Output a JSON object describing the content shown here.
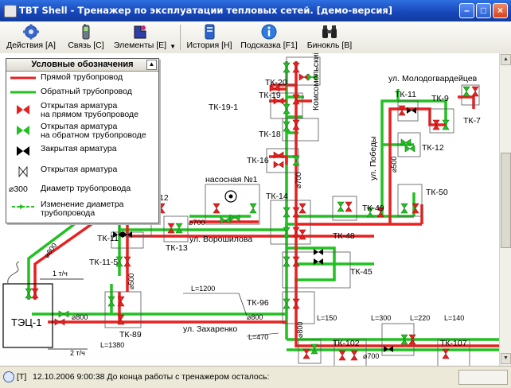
{
  "window": {
    "title": "TBT Shell - Тренажер по эксплуатации тепловых сетей. [демо-версия]"
  },
  "toolbar": {
    "actions": "Действия [A]",
    "comm": "Связь [C]",
    "elements": "Элементы [E]",
    "history": "История [H]",
    "hint": "Подсказка [F1]",
    "binocular": "Бинокль [B]"
  },
  "legend": {
    "title": "Условные обозначения",
    "supply_line": "Прямой трубопровод",
    "return_line": "Обратный трубопровод",
    "open_valve_supply": "Открытая арматура\nна прямом трубопроводе",
    "open_valve_return": "Открытая арматура\nна обратном трубопроводе",
    "closed_valve": "Закрытая арматура",
    "open_valve": "Открытая арматура",
    "diameter_symbol": "⌀300",
    "diameter": "Диаметр трубопровода",
    "diameter_change": "Изменение диаметра\nтрубопровода"
  },
  "scheme": {
    "tk20": "ТК-20",
    "tk19": "ТК-19",
    "tk19_1": "ТК-19-1",
    "tk18": "ТК-18",
    "tk16": "ТК-16",
    "tk14": "ТК-14",
    "tk11": "ТК-11",
    "tk11_top": "ТК-11",
    "tk11_5": "ТК-11-5",
    "tk13": "ТК-13",
    "tk12_left": "12",
    "tk9": "ТК-9",
    "tk7": "ТК-7",
    "tk12": "ТК-12",
    "tk50": "ТК-50",
    "tk49": "ТК-49",
    "tk48": "ТК-48",
    "tk45": "ТК-45",
    "tk96": "ТК-96",
    "tk89": "ТК-89",
    "tk102": "ТК-102",
    "tk107": "ТК-107",
    "tec": "ТЭЦ-1",
    "pump_station": "насосная №1",
    "street_komsomolsky": "Комсомольский",
    "street_molodogvard": "ул. Молодогвардейцев",
    "street_pobedy": "ул. Победы",
    "street_voroshilova": "ул. Ворошилова",
    "street_zakharenko": "ул. Захаренко",
    "d700_a": "⌀700",
    "d700_b": "⌀700",
    "d700_c": "⌀700",
    "d500_a": "⌀500",
    "d500_b": "⌀500",
    "d800_a": "⌀800",
    "d800_b": "⌀800",
    "d800_c": "⌀800",
    "d800_d": "⌀800",
    "flow1": "1 т/ч",
    "flow2": "2 т/ч",
    "l1200": "L=1200",
    "l1380": "L=1380",
    "l470": "L=470",
    "l150": "L=150",
    "l300": "L=300",
    "l220": "L=220",
    "l140": "L=140"
  },
  "status": {
    "mode": "[T]",
    "text": "12.10.2006 9:00:38  До конца работы с тренажером осталось:"
  },
  "colors": {
    "supply": "#e82020",
    "return": "#22c022",
    "closed": "#000000"
  }
}
